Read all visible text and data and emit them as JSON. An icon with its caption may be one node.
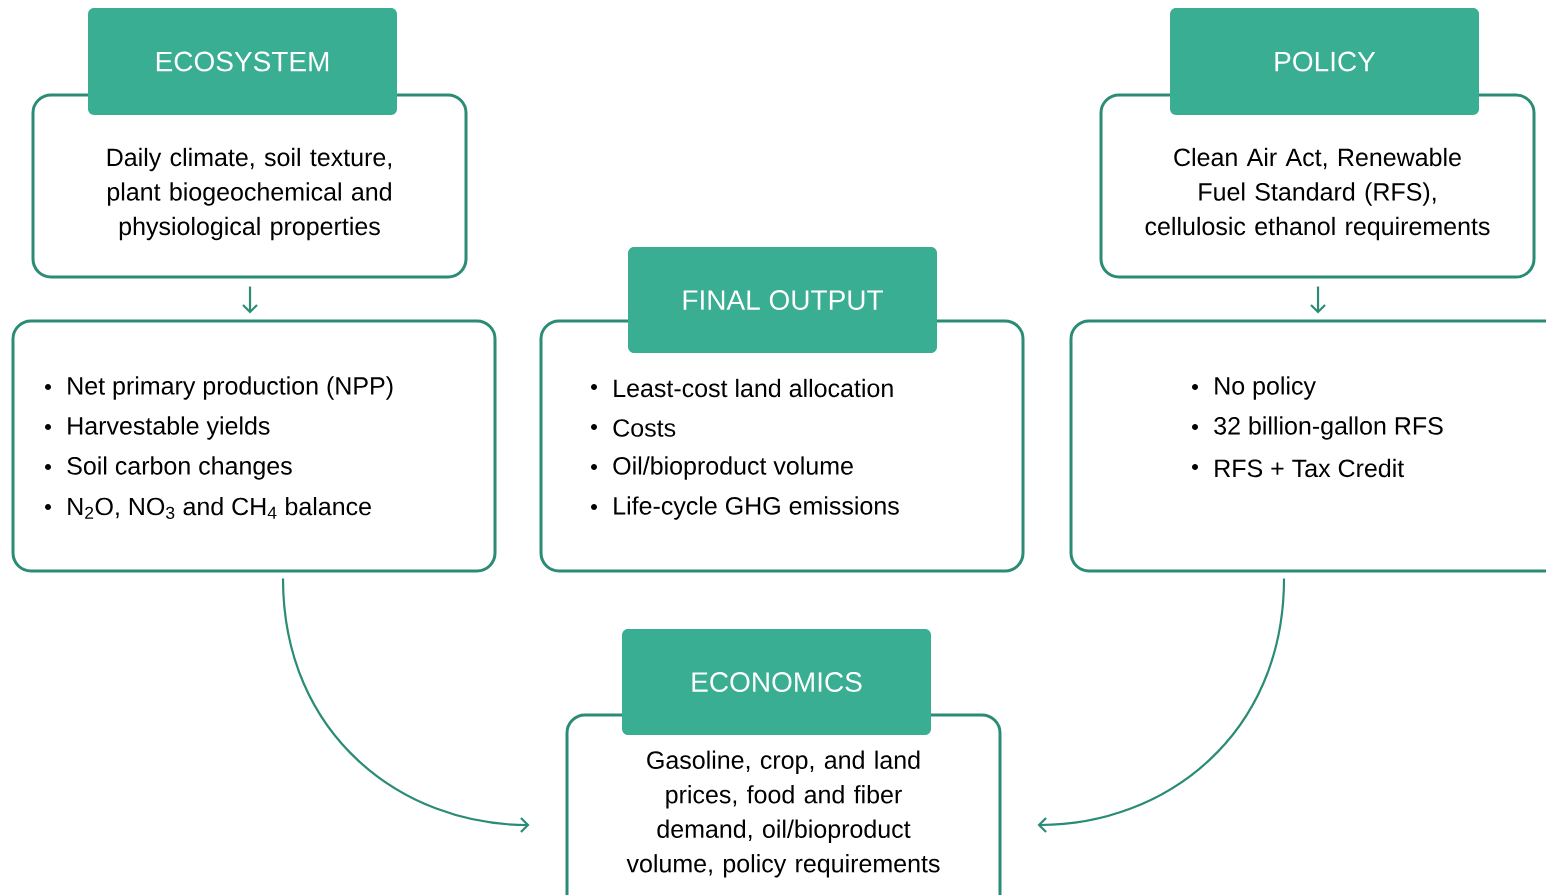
{
  "diagram": {
    "nodes": [
      {
        "text": [
          "ECOSYSTEM",
          "Daily climate, soil texture, plant biogeochemical and physiological properties"
        ]
      },
      {
        "text": [
          "Net primary production (NPP)",
          "Harvestable yields",
          "Soil carbon changes",
          "N$_{2}$O, NO$_{3}$ and CH$_{4}$ balance"
        ]
      },
      {
        "text": [
          "FINAL OUTPUT",
          "Least-cost land allocation",
          "Costs",
          "Oil/bioproduct volume",
          "Life-cycle GHG emissions"
        ]
      },
      {
        "text": [
          "POLICY",
          "Clean Air Act, Renewable Fuel Standard (RFS), cellulosic ethanol requirements"
        ]
      },
      {
        "text": [
          "No policy",
          "32 billion-gallon RFS",
          "RFS + Tax Credit"
        ]
      },
      {
        "text": [
          "ECONOMICS",
          "Gasoline, crop, and land prices, food and fiber demand, oil/bioproduct volume, policy requirements"
        ]
      }
    ],
    "edges": [
      {
        "from": 0,
        "to": 1,
        "arrow": "to"
      },
      {
        "from": 3,
        "to": 4,
        "arrow": "to"
      },
      {
        "from": 1,
        "to": 5,
        "arrow": "to"
      },
      {
        "from": 4,
        "to": 5,
        "arrow": "to"
      }
    ]
  }
}
